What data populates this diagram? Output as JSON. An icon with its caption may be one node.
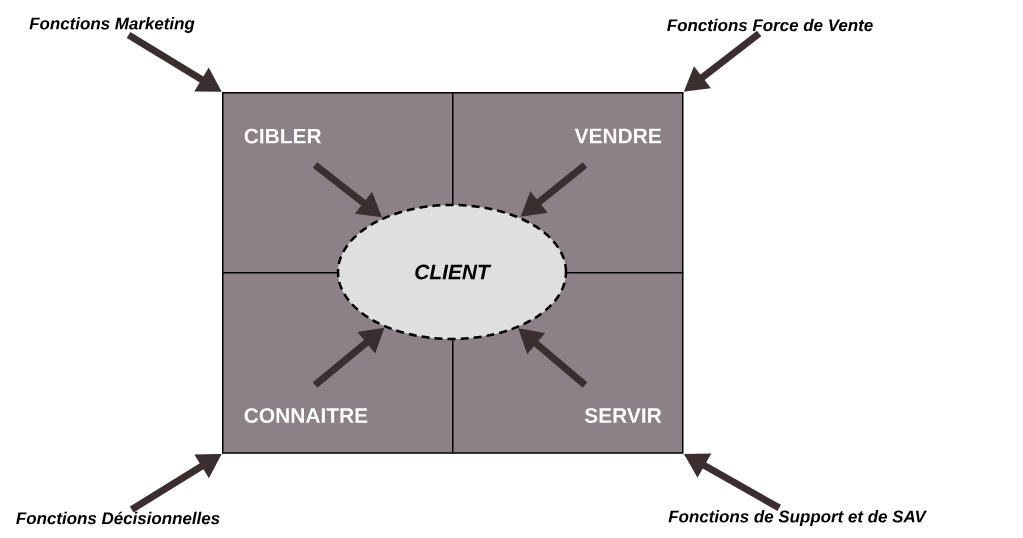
{
  "diagram": {
    "nodes": [
      {
        "text": [
          "Fonctions Marketing"
        ]
      },
      {
        "text": [
          "Fonctions Force de Vente"
        ]
      },
      {
        "text": [
          "Fonctions Décisionnelles"
        ]
      },
      {
        "text": [
          "Fonctions de Support et de SAV"
        ]
      },
      {
        "text": [
          "CIBLER"
        ]
      },
      {
        "text": [
          "VENDRE"
        ]
      },
      {
        "text": [
          "CONNAITRE"
        ]
      },
      {
        "text": [
          "SERVIR"
        ]
      },
      {
        "text": [
          "CLIENT"
        ]
      }
    ],
    "edges": [
      {
        "from": 0,
        "to": 4,
        "arrow": "to"
      },
      {
        "from": 1,
        "to": 5,
        "arrow": "to"
      },
      {
        "from": 2,
        "to": 6,
        "arrow": "to"
      },
      {
        "from": 3,
        "to": 7,
        "arrow": "to"
      },
      {
        "from": 4,
        "to": 8,
        "arrow": "to"
      },
      {
        "from": 5,
        "to": 8,
        "arrow": "to"
      },
      {
        "from": 6,
        "to": 8,
        "arrow": "to"
      },
      {
        "from": 7,
        "to": 8,
        "arrow": "to"
      }
    ]
  }
}
